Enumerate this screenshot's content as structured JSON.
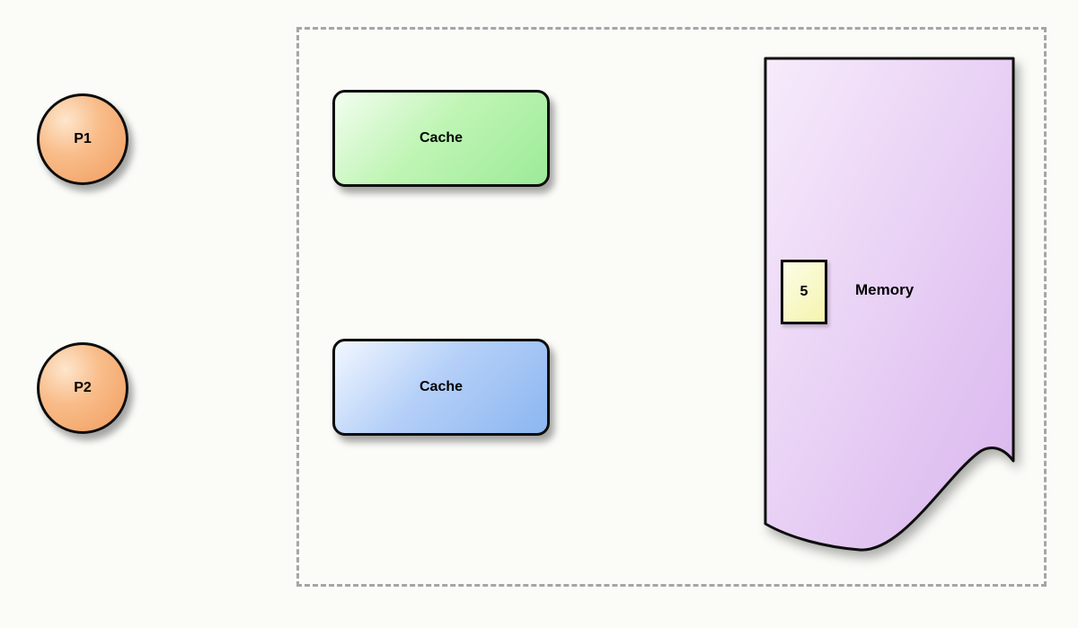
{
  "diagram": {
    "processors": [
      {
        "label": "P1"
      },
      {
        "label": "P2"
      }
    ],
    "caches": [
      {
        "label": "Cache"
      },
      {
        "label": "Cache"
      }
    ],
    "memory": {
      "label": "Memory",
      "cell_value": "5"
    },
    "colors": {
      "processor_fill": "#f5a869",
      "cache_top_fill": "#a8efa2",
      "cache_bottom_fill": "#97bef3",
      "memory_fill": "#ddbbef",
      "memory_cell_fill": "#f7f7bb",
      "boundary_border": "#a6a6a6",
      "shape_border": "#0d0d0d"
    }
  }
}
